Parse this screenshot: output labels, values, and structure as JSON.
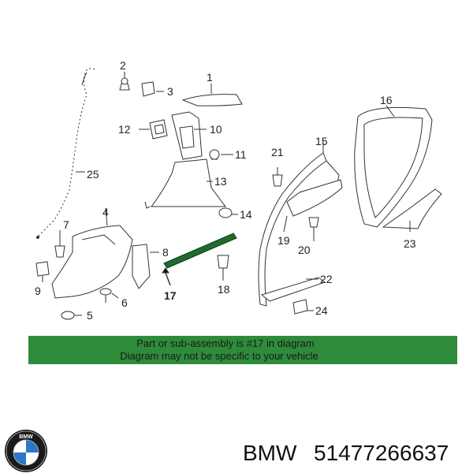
{
  "callouts": {
    "c1": "1",
    "c2": "2",
    "c3": "3",
    "c4": "4",
    "c5": "5",
    "c6": "6",
    "c7": "7",
    "c8": "8",
    "c9": "9",
    "c10": "10",
    "c11": "11",
    "c12": "12",
    "c13": "13",
    "c14": "14",
    "c15": "15",
    "c16": "16",
    "c17": "17",
    "c18": "18",
    "c19": "19",
    "c20": "20",
    "c21": "21",
    "c22": "22",
    "c23": "23",
    "c24": "24",
    "c25": "25"
  },
  "banner": {
    "line1": "Part or sub-assembly is #17 in diagram",
    "line2": "Diagram may not be specific to your vehicle",
    "bg_color": "#2e8b3a"
  },
  "footer": {
    "brand": "BMW",
    "part_number": "51477266637"
  },
  "logo": {
    "text": "BMW",
    "ring_color": "#1a1a1a",
    "blue": "#2b77c9"
  }
}
